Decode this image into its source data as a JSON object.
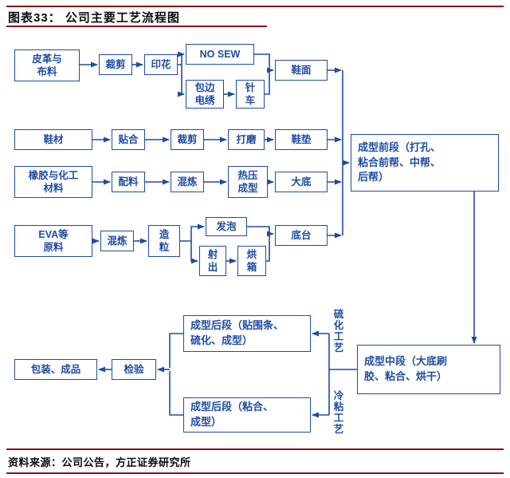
{
  "colors": {
    "flow_blue": "#1f4ca3",
    "rule_red": "#8b1010"
  },
  "header": {
    "title": "图表33：  公司主要工艺流程图"
  },
  "footer": {
    "source": "资料来源：公司公告，方正证券研究所"
  },
  "flow": {
    "nodes": {
      "leather_fabric": "皮革与\n布料",
      "cut1": "裁剪",
      "print": "印花",
      "no_sew": "NO SEW",
      "edge_embroidery": "包边\n电绣",
      "stitching": "针\n车",
      "upper": "鞋面",
      "shoe_material": "鞋材",
      "laminate": "贴合",
      "cut2": "裁剪",
      "polish": "打磨",
      "insole": "鞋垫",
      "rubber_chem": "橡胶与化工\n材料",
      "compound": "配料",
      "mix1": "混炼",
      "hot_press": "热压\n成型",
      "outsole": "大底",
      "eva": "EVA等\n原料",
      "mix2": "混炼",
      "granulate": "造\n粒",
      "foaming": "发泡",
      "injection": "射\n出",
      "oven": "烘\n箱",
      "base": "底台",
      "front_stage": "成型前段（打孔、\n粘合前帮、中帮、\n后帮）",
      "mid_stage": "成型中段（大底刷\n胶、粘合、烘干）",
      "rear_stage_vulc": "成型后段（贴围条、\n硫化、成型）",
      "rear_stage_cold": "成型后段（粘合、\n成型）",
      "inspection": "检验",
      "packaging": "包装、成品"
    },
    "labels": {
      "vulcanization": "硫\n化\n工\n艺",
      "cold_bonding": "冷\n粘\n工\n艺"
    }
  }
}
